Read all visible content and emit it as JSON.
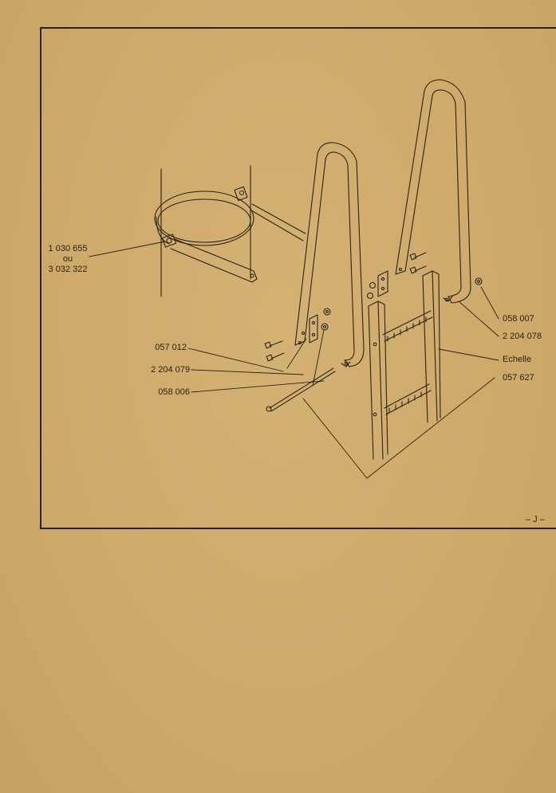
{
  "page_marker": "– J –",
  "labels": {
    "clamp_ref_1": "1 030 655",
    "clamp_ref_or": "ou",
    "clamp_ref_2": "3 032 322",
    "bolt_left": "057 012",
    "plate_left": "2 204 079",
    "rod_left": "058 006",
    "nut_right": "058 007",
    "plate_right": "2 204 078",
    "ladder": "Echelle",
    "rod_right": "057 627"
  }
}
